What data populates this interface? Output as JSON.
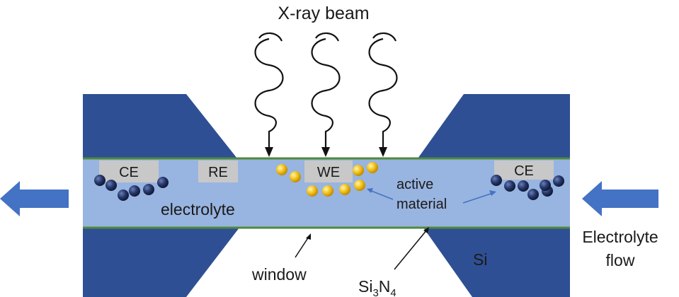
{
  "labels": {
    "beam": "X-ray beam",
    "ce_left": "CE",
    "ce_right": "CE",
    "re": "RE",
    "we": "WE",
    "electrolyte": "electrolyte",
    "active_line1": "active",
    "active_line2": "material",
    "flow_line1": "Electrolyte",
    "flow_line2": "flow",
    "window": "window",
    "si": "Si",
    "sin_si": "Si",
    "sin_sub3": "3",
    "sin_n": "N",
    "sin_sub4": "4"
  },
  "colors": {
    "silicon": "#2f4f94",
    "electrolyte": "#98b4e0",
    "membrane": "#4e8a3a",
    "electrode_box": "#c8c8c8",
    "ce_particle": "#1f2f5a",
    "we_particle": "#f2c21a",
    "flow_arrow": "#4472c4",
    "pointer": "#4472c4",
    "text": "#1a1a1a"
  }
}
